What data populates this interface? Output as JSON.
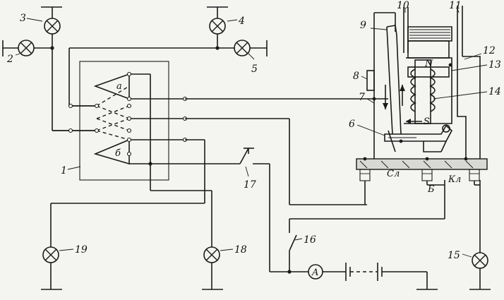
{
  "labels": {
    "l1": "1",
    "l2": "2",
    "l3": "3",
    "l4": "4",
    "l5": "5",
    "l6": "6",
    "l7": "7",
    "l8": "8",
    "l9": "9",
    "l10": "10",
    "l11": "11",
    "l12": "12",
    "l13": "13",
    "l14": "14",
    "l15": "15",
    "l16": "16",
    "l17": "17",
    "l18": "18",
    "l19": "19"
  },
  "symbols": {
    "a": "а",
    "b": "б",
    "N": "N",
    "S": "S",
    "A": "A",
    "term_sl": "Сл",
    "term_b": "Б",
    "term_kl": "Кл"
  }
}
